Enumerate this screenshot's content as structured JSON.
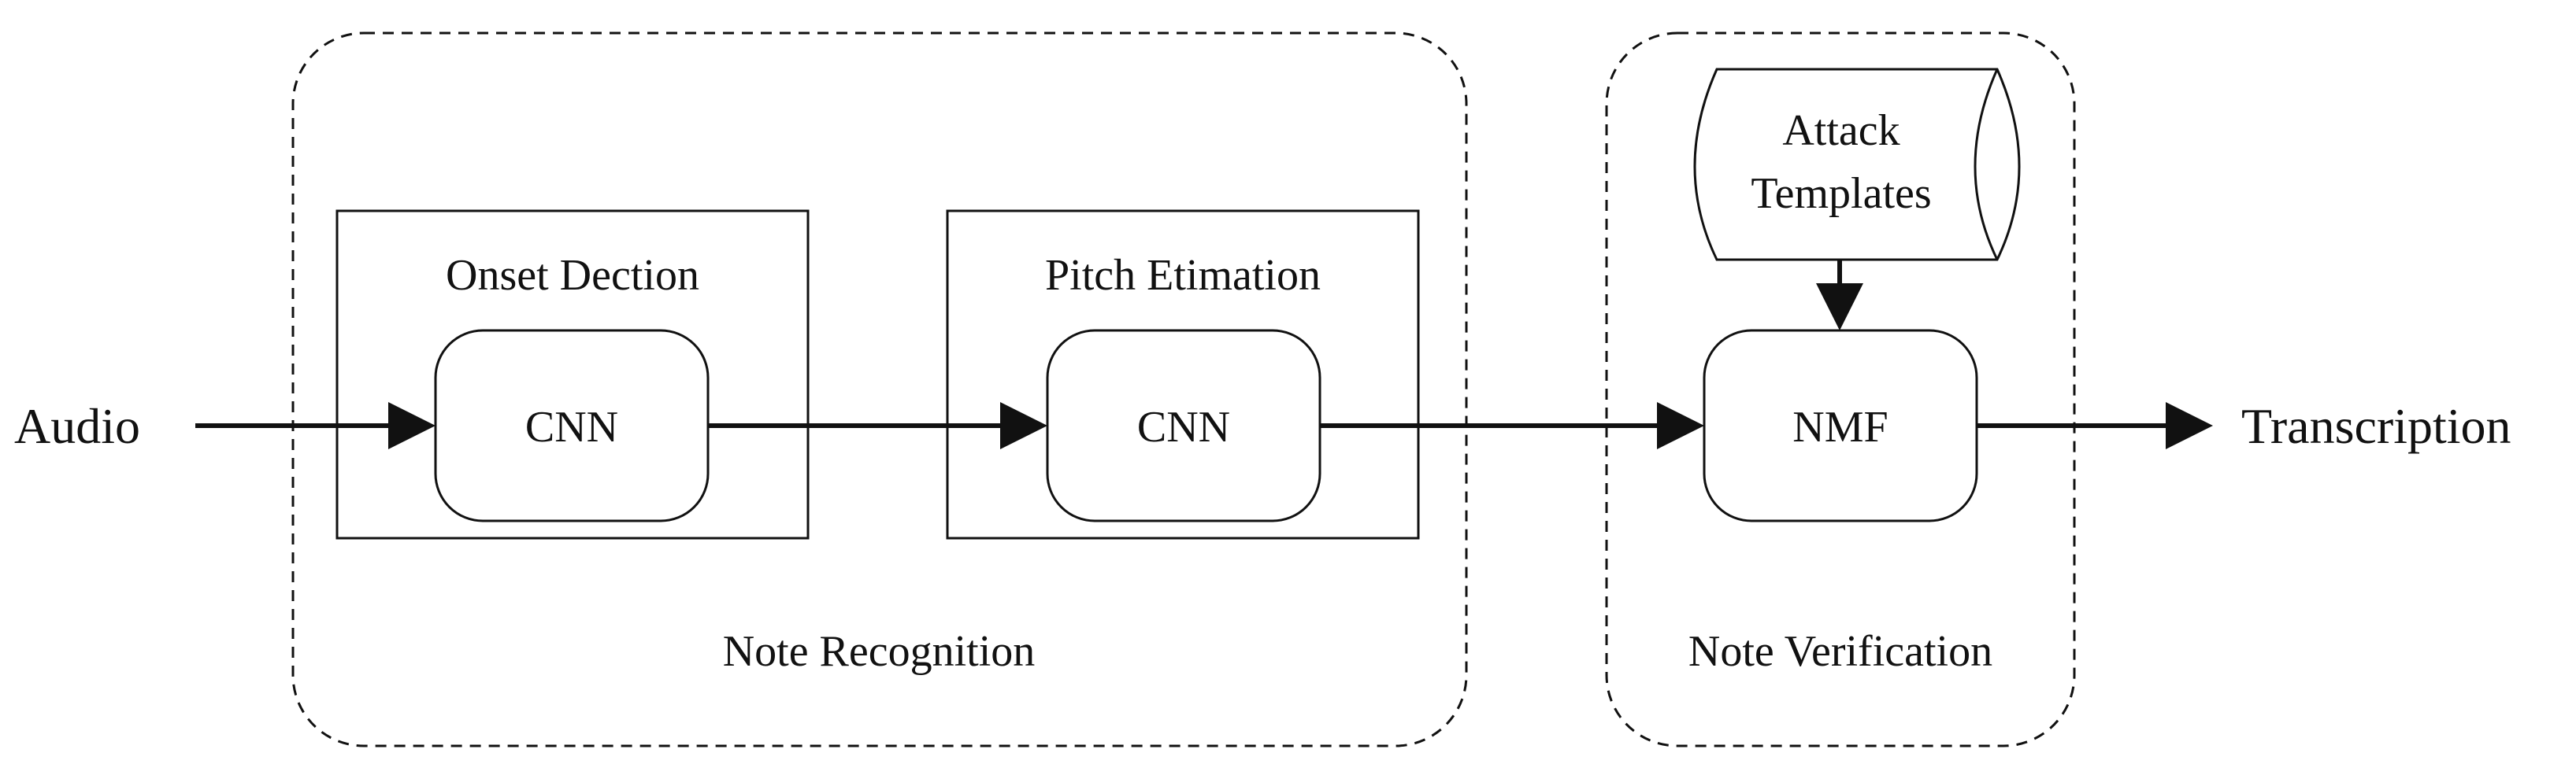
{
  "input_label": "Audio",
  "output_label": "Transcription",
  "groups": {
    "recognition": {
      "label": "Note Recognition"
    },
    "verification": {
      "label": "Note Verification"
    }
  },
  "stages": {
    "onset": {
      "title": "Onset Dection",
      "model": "CNN"
    },
    "pitch": {
      "title": "Pitch Etimation",
      "model": "CNN"
    }
  },
  "nmf": {
    "label": "NMF"
  },
  "templates": {
    "line1": "Attack",
    "line2": "Templates"
  },
  "colors": {
    "stroke": "#111111",
    "background": "#ffffff"
  }
}
